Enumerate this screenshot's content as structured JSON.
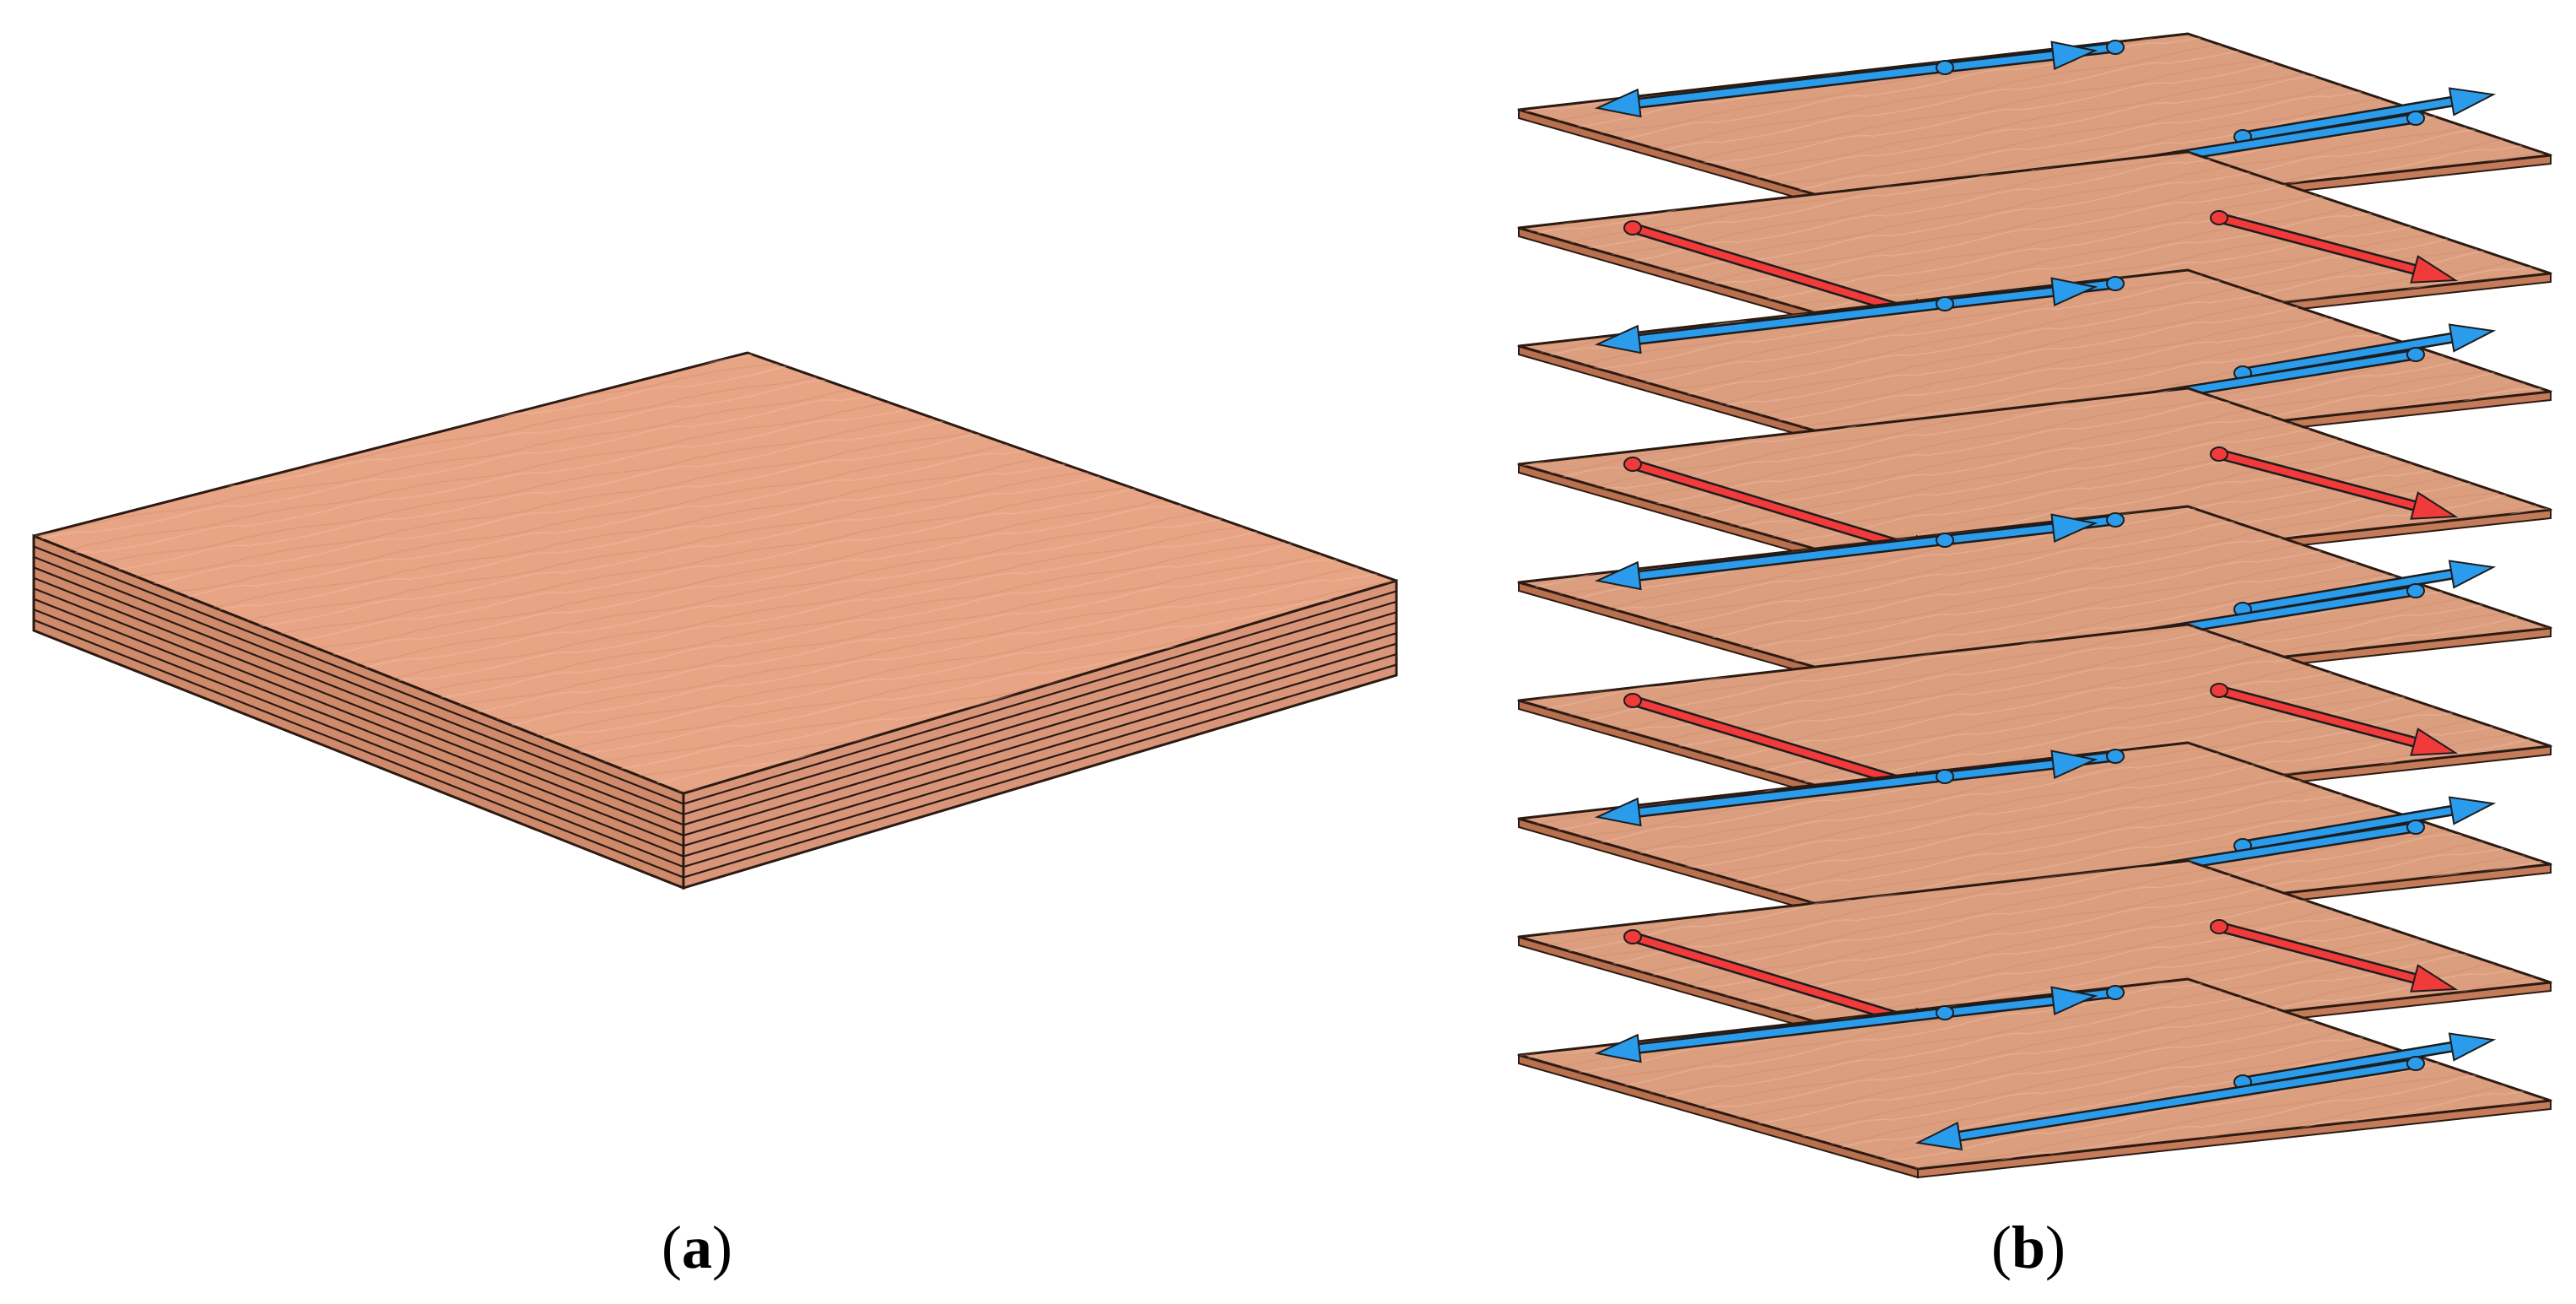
{
  "captions": {
    "a": "a",
    "b": "b"
  },
  "panel_b": {
    "layer_arrow_colors": [
      "blue",
      "red",
      "blue",
      "red",
      "blue",
      "red",
      "blue",
      "red",
      "blue"
    ]
  },
  "colors": {
    "wood_top": "#E8A586",
    "wood_top_b": "#DB9E7F",
    "wood_side": "#CE8A6B",
    "edge": "#2b1a12",
    "blue_arrow": "#2B9CEB",
    "red_arrow": "#F13A3A"
  }
}
